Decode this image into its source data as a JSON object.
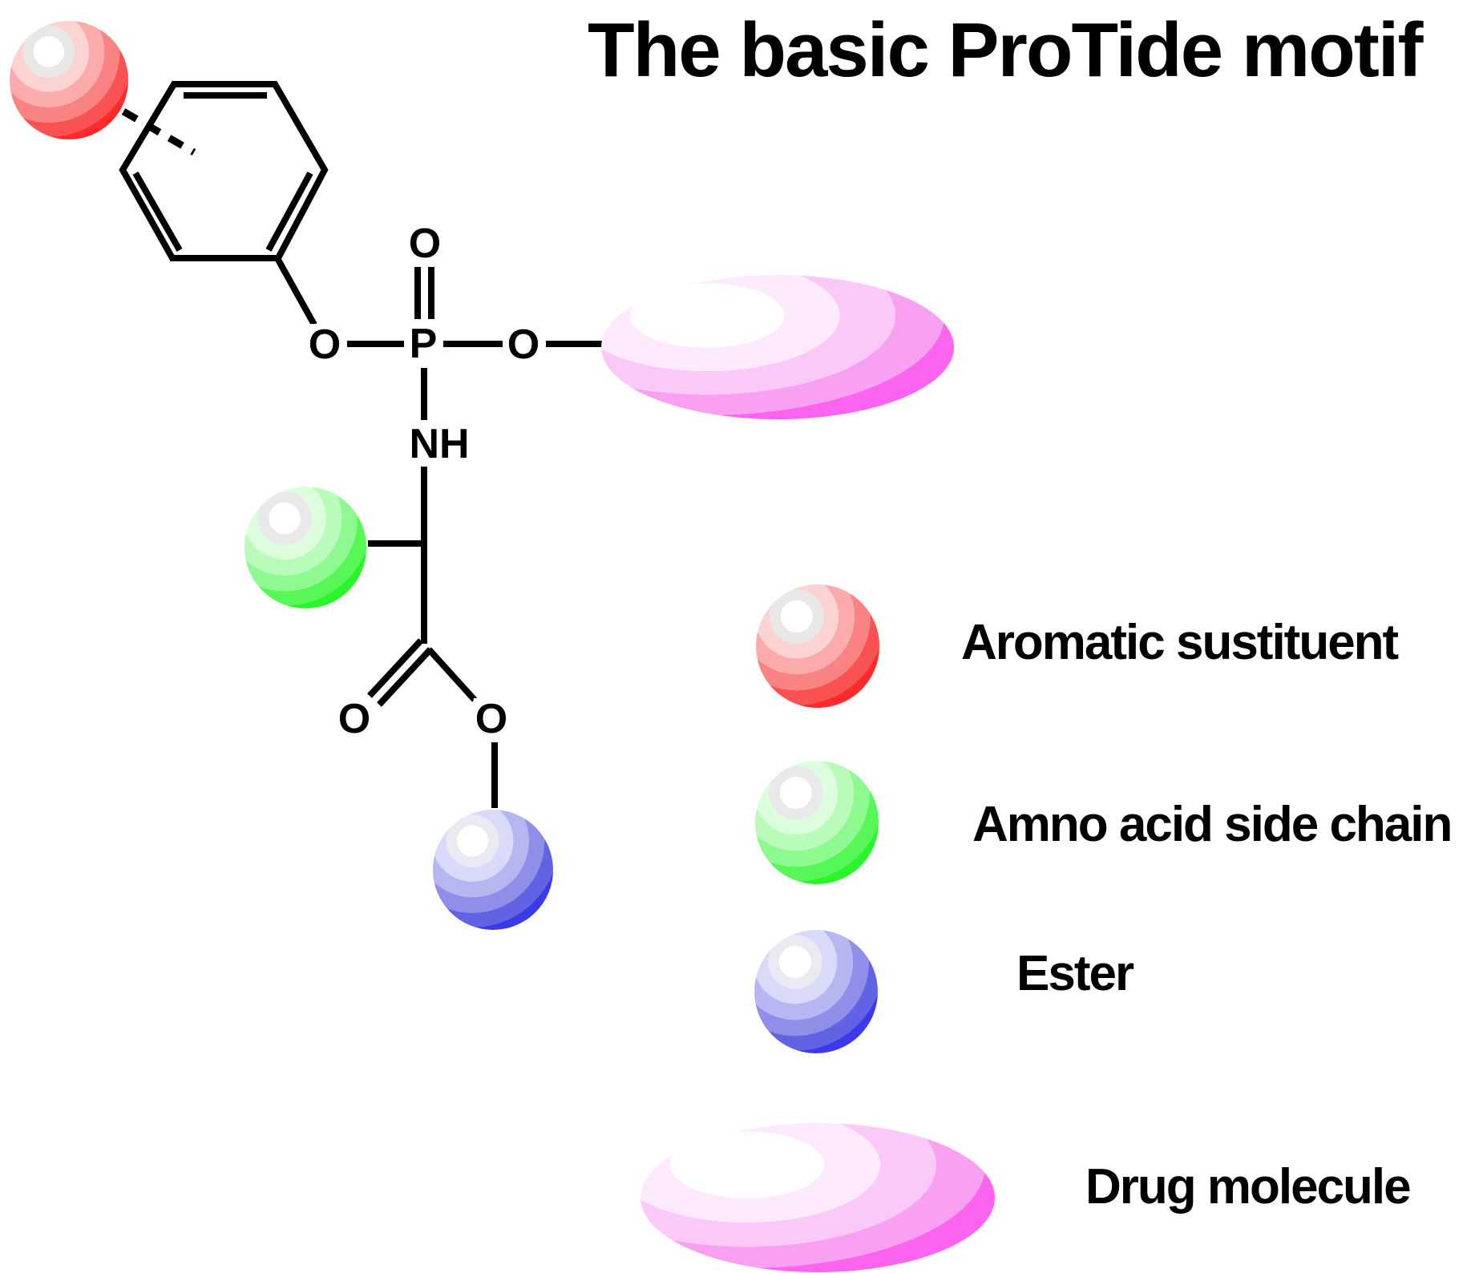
{
  "title": "The basic ProTide motif",
  "structure": {
    "atom_labels": {
      "phosphoryl_oxygen": "O",
      "phenyl_oxygen": "O",
      "phosphorus": "P",
      "drug_oxygen": "O",
      "amide_nh": "NH",
      "carbonyl_oxygen": "O",
      "ester_oxygen": "O"
    }
  },
  "legend": {
    "items": [
      {
        "id": "aromatic-substituent",
        "label": "Aromatic sustituent",
        "color": "#fe0000"
      },
      {
        "id": "amino-acid-side-chain",
        "label": "Amno acid side chain",
        "color": "#00ee00"
      },
      {
        "id": "ester",
        "label": "Ester",
        "color": "#0b0bf5"
      },
      {
        "id": "drug-molecule",
        "label": "Drug molecule",
        "color": "#fa00fa"
      }
    ]
  },
  "colors": {
    "bond": "#000000",
    "background": "#ffffff"
  }
}
